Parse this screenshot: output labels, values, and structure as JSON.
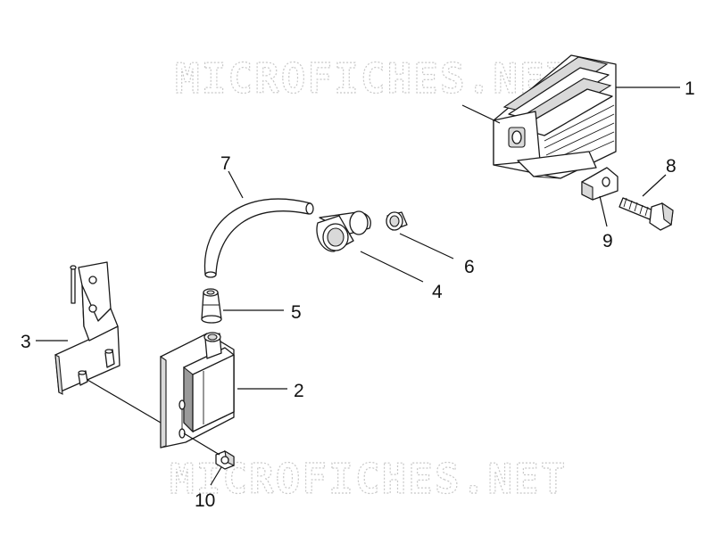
{
  "watermark": {
    "text": "MICROFICHES.NET"
  },
  "callouts": {
    "c1": "1",
    "c2": "2",
    "c3": "3",
    "c4": "4",
    "c5": "5",
    "c6": "6",
    "c7": "7",
    "c8": "8",
    "c9": "9",
    "c10": "10"
  }
}
